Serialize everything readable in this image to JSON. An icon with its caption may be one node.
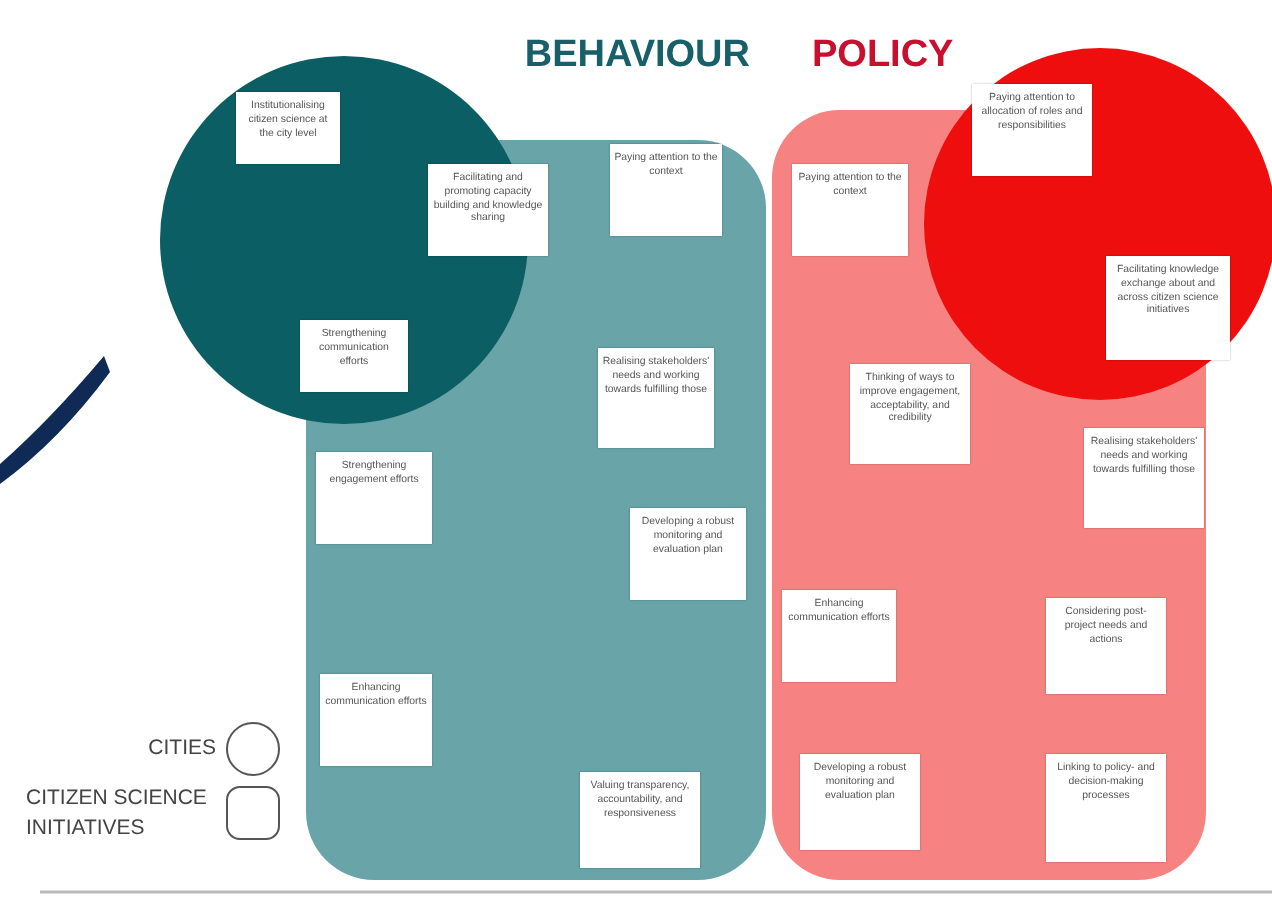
{
  "diagram": {
    "nodes": [
      {
        "text": [
          "BEHAVIOUR"
        ]
      },
      {
        "text": [],
        "shape": "circle"
      },
      {
        "text": [
          "Institutionalising citizen science at the city level"
        ],
        "in": 1
      },
      {
        "text": [
          "Facilitating and promoting capacity building and knowledge sharing"
        ],
        "in": 1
      },
      {
        "text": [
          "Strengthening communication efforts"
        ]
      },
      {
        "text": [
          "Paying attention to the context"
        ],
        "in": 0
      },
      {
        "text": [
          "Realising stakeholders' needs and working towards fulfilling those"
        ],
        "in": 0
      },
      {
        "text": [
          "Strengthening engagement efforts"
        ],
        "in": 0
      },
      {
        "text": [
          "Developing a robust monitoring and evaluation plan"
        ],
        "in": 0
      },
      {
        "text": [
          "Enhancing communication efforts"
        ],
        "in": 0
      },
      {
        "text": [
          "Valuing transparency, accountability, and responsiveness"
        ],
        "in": 0
      },
      {
        "text": [
          "POLICY"
        ]
      },
      {
        "text": [],
        "shape": "circle"
      },
      {
        "text": [
          "Paying attention to allocation of roles and responsibilities"
        ],
        "in": 12
      },
      {
        "text": [
          "Facilitating knowledge exchange about and across citizen science initiatives"
        ],
        "in": 12
      },
      {
        "text": [
          "Paying attention to the context"
        ],
        "in": 11
      },
      {
        "text": [
          "Thinking of ways to improve engagement, acceptability, and credibility"
        ],
        "in": 11
      },
      {
        "text": [
          "Realising stakeholders' needs and working towards fulfilling those"
        ],
        "in": 11
      },
      {
        "text": [
          "Enhancing communication efforts"
        ],
        "in": 11
      },
      {
        "text": [
          "Considering post-project needs and actions"
        ],
        "in": 11
      },
      {
        "text": [
          "Developing a robust monitoring and evaluation plan"
        ],
        "in": 11
      },
      {
        "text": [
          "Linking to policy- and decision-making processes"
        ],
        "in": 11
      }
    ],
    "legend": [
      {
        "text": "CITIES"
      },
      {
        "text": "CITIZEN SCIENCE INITIATIVES"
      }
    ]
  }
}
